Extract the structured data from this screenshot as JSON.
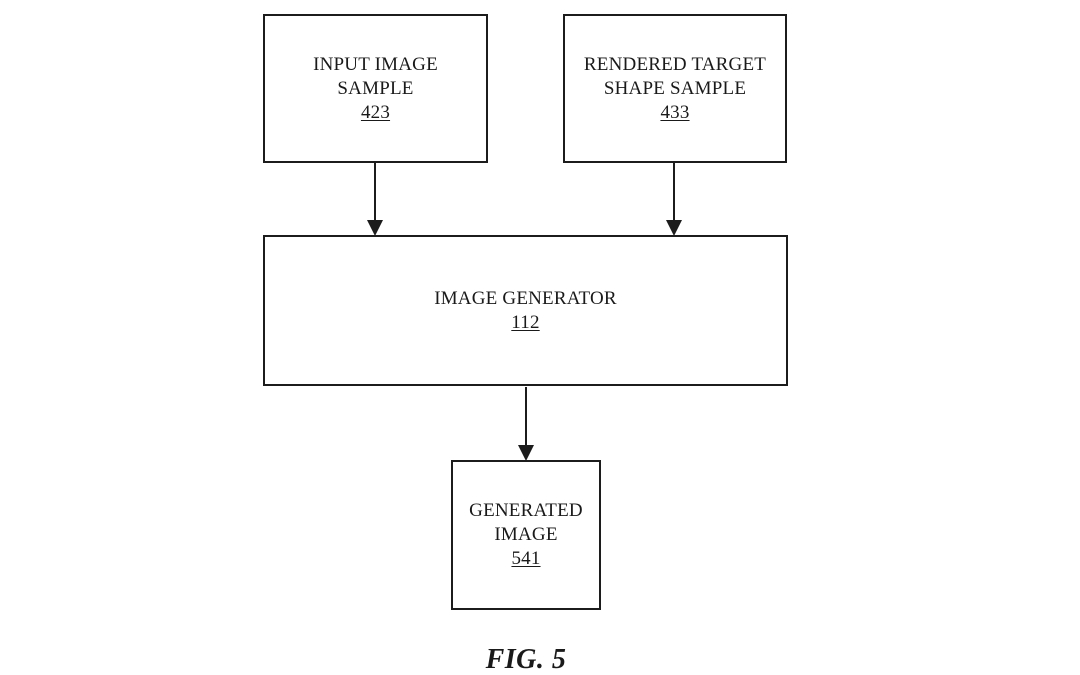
{
  "diagram": {
    "caption": "FIG. 5",
    "colors": {
      "line": "#1c1c1c",
      "background": "#ffffff",
      "text": "#1a1a1a"
    },
    "box_input": {
      "line1": "INPUT IMAGE",
      "line2": "SAMPLE",
      "ref": "423"
    },
    "box_rendered": {
      "line1": "RENDERED TARGET",
      "line2": "SHAPE SAMPLE",
      "ref": "433"
    },
    "box_generator": {
      "line1": "IMAGE GENERATOR",
      "ref": "112"
    },
    "box_generated": {
      "line1": "GENERATED",
      "line2": "IMAGE",
      "ref": "541"
    },
    "edges": [
      {
        "from": "input-image-sample-423",
        "to": "image-generator-112"
      },
      {
        "from": "rendered-target-shape-sample-433",
        "to": "image-generator-112"
      },
      {
        "from": "image-generator-112",
        "to": "generated-image-541"
      }
    ]
  }
}
